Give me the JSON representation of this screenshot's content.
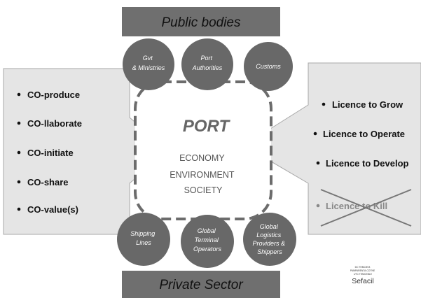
{
  "bands": {
    "top": "Public bodies",
    "bottom": "Private Sector"
  },
  "circles": {
    "top": [
      [
        "Gvt",
        "& Ministries"
      ],
      [
        "Port",
        "Authorities"
      ],
      [
        "Customs"
      ]
    ],
    "bottom": [
      [
        "Shipping",
        "Lines"
      ],
      [
        "Global",
        "Terminal",
        "Operators"
      ],
      [
        "Global",
        "Logistics",
        "Providers &",
        "Shippers"
      ]
    ]
  },
  "center": {
    "title": "PORT",
    "lines": [
      "ECONOMY",
      "ENVIRONMENT",
      "SOCIETY"
    ]
  },
  "left_list": [
    "CO-produce",
    "CO-llaborate",
    "CO-initiate",
    "CO-share",
    "CO-value(s)"
  ],
  "right_list": [
    "Licence to Grow",
    "Licence to Operate",
    "Licence to Develop"
  ],
  "right_crossed": "Licence to Kill",
  "logo": {
    "small_lines": [
      "DC TEMCIE.B",
      "PAMPARENTA.COTNE",
      "UTC TEMCEBLE"
    ],
    "name": "Sefacil"
  },
  "colors": {
    "band": "#6f6f6f",
    "circle": "#686868",
    "panel": "#e5e5e5",
    "dashed_border": "#6c6c6c"
  }
}
